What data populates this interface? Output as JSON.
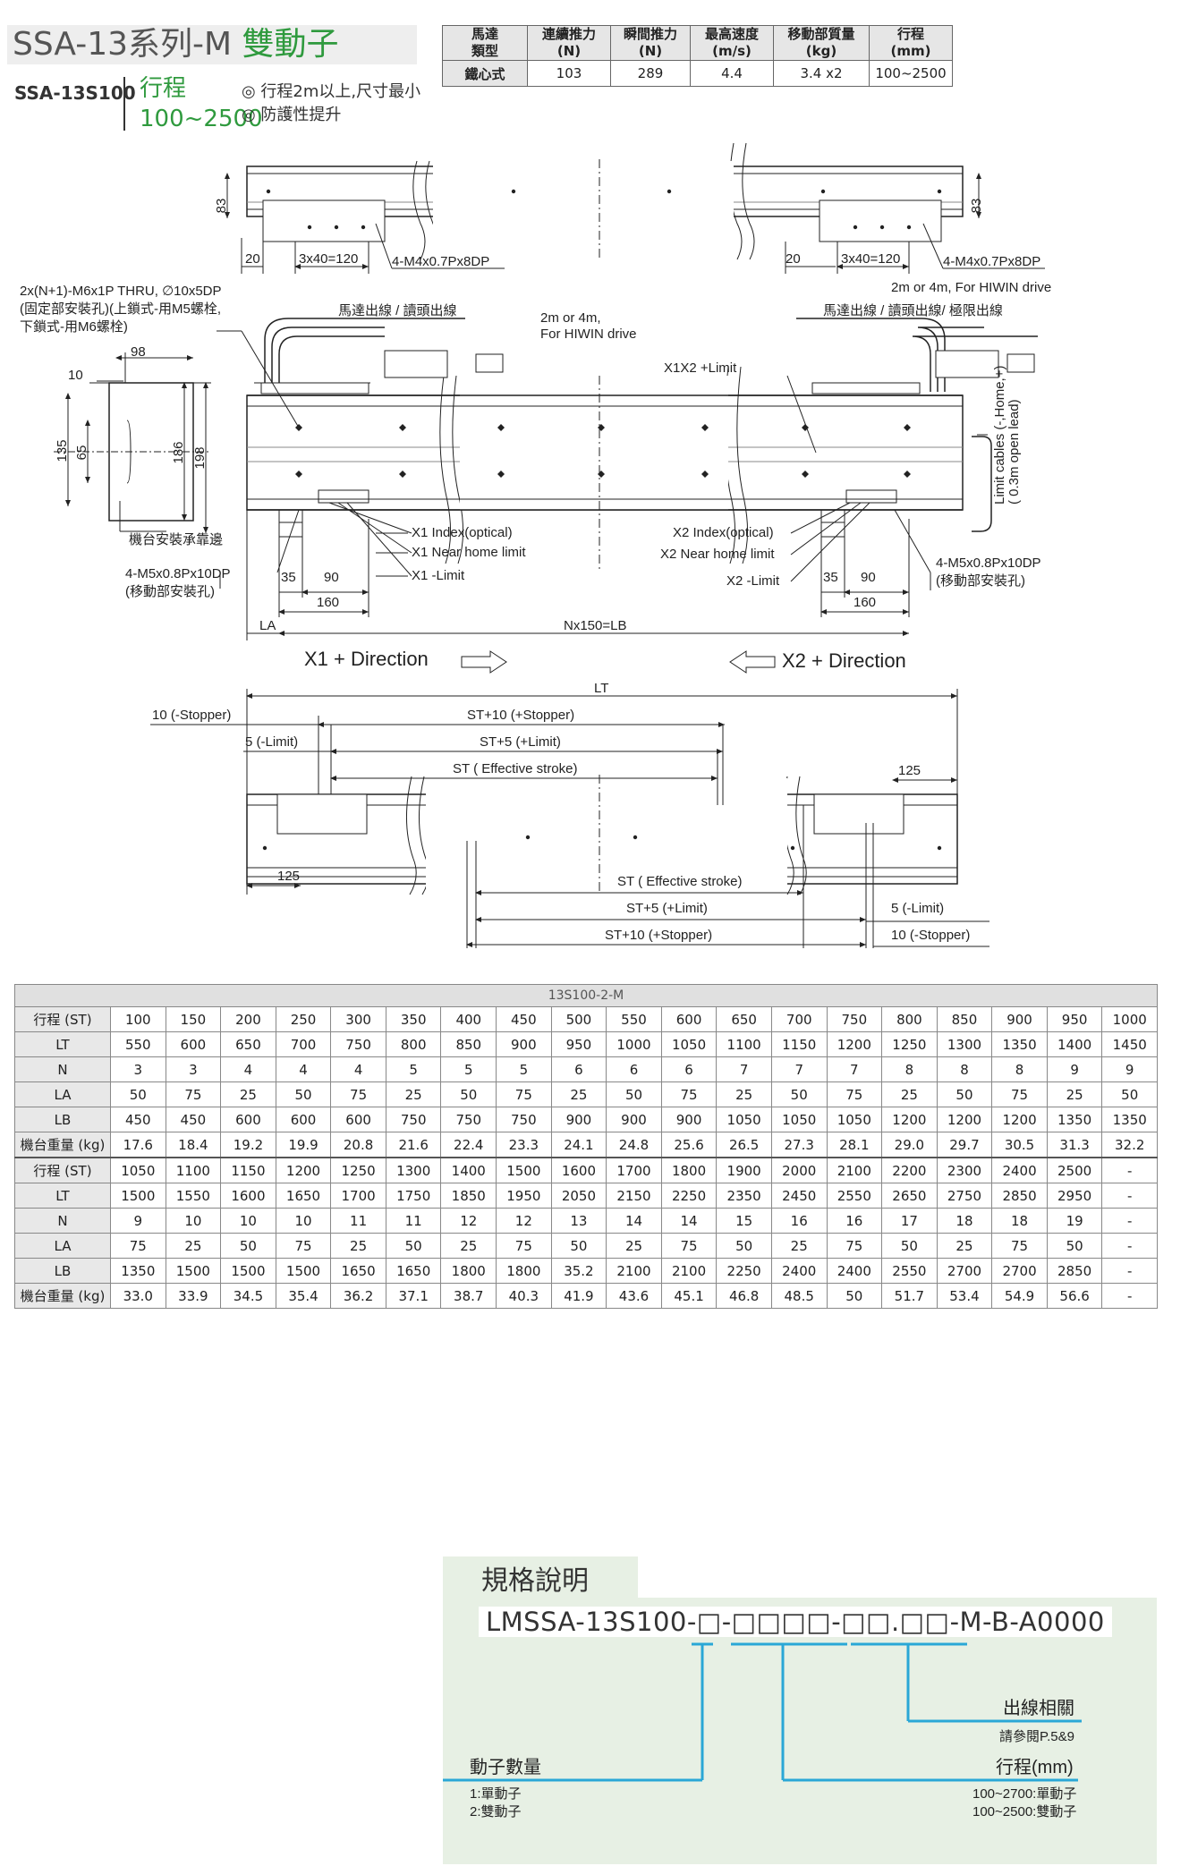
{
  "header": {
    "series": "SSA-13系列-M",
    "series_green": "雙動子",
    "model": "SSA-13S100",
    "stroke_label": "行程",
    "stroke_value": "100~2500",
    "features": [
      "◎ 行程2m以上,尺寸最小",
      "◎ 防護性提升"
    ]
  },
  "spec_table": {
    "headers": [
      [
        "馬達",
        "類型"
      ],
      [
        "連續推力",
        "(N)"
      ],
      [
        "瞬間推力",
        "(N)"
      ],
      [
        "最高速度",
        "(m/s)"
      ],
      [
        "移動部質量",
        "(kg)"
      ],
      [
        "行程",
        "(mm)"
      ]
    ],
    "row": [
      "鐵心式",
      "103",
      "289",
      "4.4",
      "3.4 x2",
      "100~2500"
    ]
  },
  "drawing": {
    "dim_83": "83",
    "dim_20": "20",
    "dim_3x40": "3x40=120",
    "tap_m4": "4-M4x0.7Px8DP",
    "mount_hole_1": "2x(N+1)-M6x1P THRU, ∅10x5DP",
    "mount_hole_2": "(固定部安裝孔)(上鎖式-用M5螺栓,",
    "mount_hole_3": "下鎖式-用M6螺栓)",
    "dim_98": "98",
    "dim_10": "10",
    "dim_135": "135",
    "dim_65": "65",
    "dim_186": "186",
    "dim_198": "198",
    "motor_cable_left": "馬達出線 / 讀頭出線",
    "cable_len_1": "2m or 4m,",
    "cable_len_2": "For HIWIN drive",
    "motor_cable_right": "馬達出線 / 讀頭出線/ 極限出線",
    "cable_right": "2m or 4m, For HIWIN drive",
    "x1x2_limit": "X1X2 +Limit",
    "limit_cables_1": "Limit cables (-,Home,+)",
    "limit_cables_2": "( 0.3m open lead)",
    "x1_index": "X1 Index(optical)",
    "x1_near_home": "X1 Near home limit",
    "x1_minus_limit": "X1 -Limit",
    "x2_index": "X2 Index(optical)",
    "x2_near_home": "X2 Near home limit",
    "x2_minus_limit": "X2 -Limit",
    "base_edge": "機台安裝承靠邊",
    "mover_tap_1": "4-M5x0.8Px10DP",
    "mover_tap_2": "(移動部安裝孔)",
    "dim_35": "35",
    "dim_90": "90",
    "dim_160": "160",
    "dim_la": "LA",
    "dim_nx150": "Nx150=LB",
    "x1_dir": "X1 + Direction",
    "x2_dir": "X2 + Direction",
    "dim_lt": "LT",
    "stopper_minus": "10 (-Stopper)",
    "limit_minus_5": "5 (-Limit)",
    "st_plus10": "ST+10 (+Stopper)",
    "st_plus5": "ST+5 (+Limit)",
    "st_eff": "ST ( Effective stroke)",
    "dim_125": "125",
    "limit_minus_5b": "5 (-Limit)",
    "stopper_minus_b": "10 (-Stopper)"
  },
  "dims_table": {
    "caption": "13S100-2-M",
    "block1": {
      "stroke": [
        "100",
        "150",
        "200",
        "250",
        "300",
        "350",
        "400",
        "450",
        "500",
        "550",
        "600",
        "650",
        "700",
        "750",
        "800",
        "850",
        "900",
        "950",
        "1000"
      ],
      "LT": [
        "550",
        "600",
        "650",
        "700",
        "750",
        "800",
        "850",
        "900",
        "950",
        "1000",
        "1050",
        "1100",
        "1150",
        "1200",
        "1250",
        "1300",
        "1350",
        "1400",
        "1450"
      ],
      "N": [
        "3",
        "3",
        "4",
        "4",
        "4",
        "5",
        "5",
        "5",
        "6",
        "6",
        "6",
        "7",
        "7",
        "7",
        "8",
        "8",
        "8",
        "9",
        "9"
      ],
      "LA": [
        "50",
        "75",
        "25",
        "50",
        "75",
        "25",
        "50",
        "75",
        "25",
        "50",
        "75",
        "25",
        "50",
        "75",
        "25",
        "50",
        "75",
        "25",
        "50"
      ],
      "LB": [
        "450",
        "450",
        "600",
        "600",
        "600",
        "750",
        "750",
        "750",
        "900",
        "900",
        "900",
        "1050",
        "1050",
        "1050",
        "1200",
        "1200",
        "1200",
        "1350",
        "1350"
      ],
      "weight": [
        "17.6",
        "18.4",
        "19.2",
        "19.9",
        "20.8",
        "21.6",
        "22.4",
        "23.3",
        "24.1",
        "24.8",
        "25.6",
        "26.5",
        "27.3",
        "28.1",
        "29.0",
        "29.7",
        "30.5",
        "31.3",
        "32.2"
      ]
    },
    "block2": {
      "stroke": [
        "1050",
        "1100",
        "1150",
        "1200",
        "1250",
        "1300",
        "1400",
        "1500",
        "1600",
        "1700",
        "1800",
        "1900",
        "2000",
        "2100",
        "2200",
        "2300",
        "2400",
        "2500",
        "-"
      ],
      "LT": [
        "1500",
        "1550",
        "1600",
        "1650",
        "1700",
        "1750",
        "1850",
        "1950",
        "2050",
        "2150",
        "2250",
        "2350",
        "2450",
        "2550",
        "2650",
        "2750",
        "2850",
        "2950",
        "-"
      ],
      "N": [
        "9",
        "10",
        "10",
        "10",
        "11",
        "11",
        "12",
        "12",
        "13",
        "14",
        "14",
        "15",
        "16",
        "16",
        "17",
        "18",
        "18",
        "19",
        "-"
      ],
      "LA": [
        "75",
        "25",
        "50",
        "75",
        "25",
        "50",
        "25",
        "75",
        "50",
        "25",
        "75",
        "50",
        "25",
        "75",
        "50",
        "25",
        "75",
        "50",
        "-"
      ],
      "LB": [
        "1350",
        "1500",
        "1500",
        "1500",
        "1650",
        "1650",
        "1800",
        "1800",
        "35.2",
        "2100",
        "2100",
        "2250",
        "2400",
        "2400",
        "2550",
        "2700",
        "2700",
        "2850",
        "-"
      ],
      "weight": [
        "33.0",
        "33.9",
        "34.5",
        "35.4",
        "36.2",
        "37.1",
        "38.7",
        "40.3",
        "41.9",
        "43.6",
        "45.1",
        "46.8",
        "48.5",
        "50",
        "51.7",
        "53.4",
        "54.9",
        "56.6",
        "-"
      ]
    },
    "row_labels": {
      "stroke": "行程 (ST)",
      "LT": "LT",
      "N": "N",
      "LA": "LA",
      "LB": "LB",
      "weight": "機台重量 (kg)"
    }
  },
  "spec_code": {
    "tab_title": "規格說明",
    "code": "LMSSA-13S100-□-□□□□-□□.□□-M-B-A0000",
    "wiring_title": "出線相關",
    "wiring_note": "請參閱P.5&9",
    "mover_title": "動子數量",
    "mover_opt1": "1:單動子",
    "mover_opt2": "2:雙動子",
    "stroke_title": "行程(mm)",
    "stroke_opt1": "100~2700:單動子",
    "stroke_opt2": "100~2500:雙動子"
  }
}
